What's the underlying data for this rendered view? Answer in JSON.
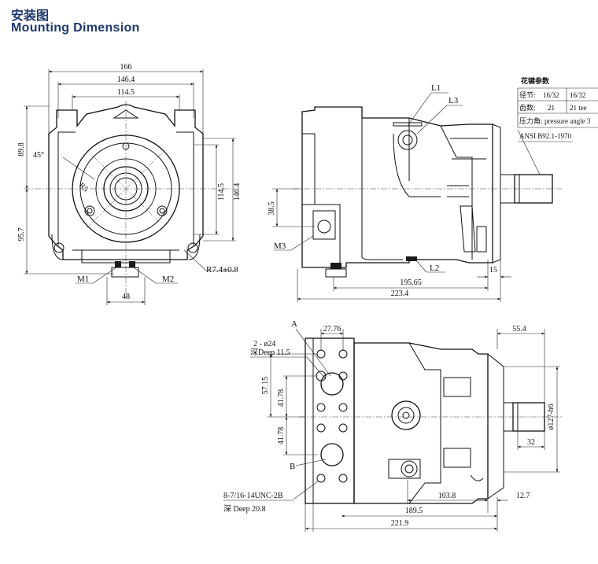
{
  "header": {
    "title_cn": "安装图",
    "title_en": "Mounting Dimension"
  },
  "front_view": {
    "dim_166": "166",
    "dim_146_4_top": "146.4",
    "dim_114_5_top": "114.5",
    "dim_89_8": "89.8",
    "dim_95_7": "95.7",
    "dim_45deg": "45°",
    "dim_r5": "R5",
    "dim_114_5_side": "114.5",
    "dim_146_4_side": "146.4",
    "dim_r7_4": "R7.4±0.8",
    "dim_48": "48",
    "label_m1": "M1",
    "label_m2": "M2"
  },
  "side_view": {
    "label_l1": "L1",
    "label_l3": "L3",
    "label_l2": "L2",
    "label_m3": "M3",
    "dim_38_5": "38.5",
    "dim_195_65": "195.65",
    "dim_15": "15",
    "dim_223_4": "223.4"
  },
  "spline_table": {
    "heading": "花键参数",
    "row1_label": "径节:",
    "row1_value": "16/32",
    "row1_extra": "16/32",
    "row2_label": "齿数:",
    "row2_value": "21",
    "row2_extra": "21 tee",
    "row3_label": "压力角:",
    "row3_value": "pressure angle 3",
    "standard": "ANSI B92.1-1970"
  },
  "bottom_view": {
    "label_a": "A",
    "label_b": "B",
    "hole_spec": "2 - ø24",
    "hole_depth": "深Deep 11.5",
    "dim_27_76": "27.76",
    "dim_57_15": "57.15",
    "dim_41_78_a": "41.78",
    "dim_41_78_b": "41.78",
    "thread_spec": "8-7/16-14UNC-2B",
    "thread_depth": "深 Deep 20.8",
    "dim_55_4": "55.4",
    "dim_shaft_dia": "ø127-h6",
    "dim_32": "32",
    "dim_103_8": "103.8",
    "dim_12_7": "12.7",
    "dim_189_5": "189.5",
    "dim_221_9": "221.9"
  }
}
